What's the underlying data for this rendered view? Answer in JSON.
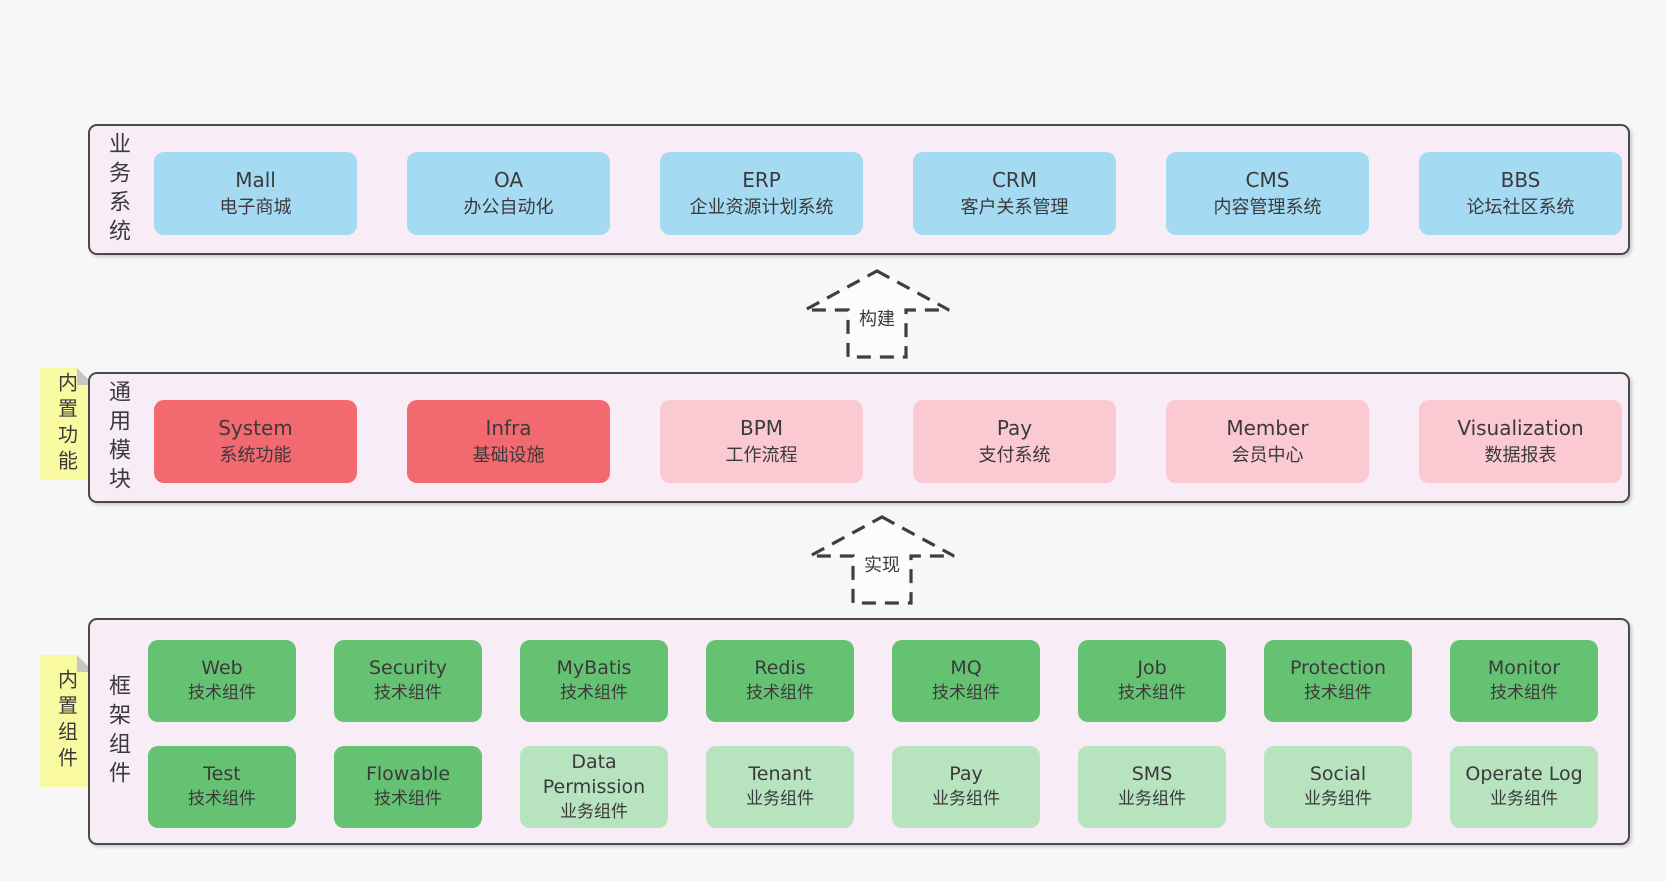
{
  "diagram": {
    "arrows": [
      {
        "label": "构建"
      },
      {
        "label": "实现"
      }
    ],
    "layers": [
      {
        "side_label": "业务系统",
        "boxes": [
          {
            "title": "Mall",
            "subtitle": "电子商城"
          },
          {
            "title": "OA",
            "subtitle": "办公自动化"
          },
          {
            "title": "ERP",
            "subtitle": "企业资源计划系统"
          },
          {
            "title": "CRM",
            "subtitle": "客户关系管理"
          },
          {
            "title": "CMS",
            "subtitle": "内容管理系统"
          },
          {
            "title": "BBS",
            "subtitle": "论坛社区系统"
          }
        ]
      },
      {
        "sticky_note": "内置功能",
        "side_label": "通用模块",
        "boxes": [
          {
            "title": "System",
            "subtitle": "系统功能"
          },
          {
            "title": "Infra",
            "subtitle": "基础设施"
          },
          {
            "title": "BPM",
            "subtitle": "工作流程"
          },
          {
            "title": "Pay",
            "subtitle": "支付系统"
          },
          {
            "title": "Member",
            "subtitle": "会员中心"
          },
          {
            "title": "Visualization",
            "subtitle": "数据报表"
          }
        ]
      },
      {
        "sticky_note": "内置组件",
        "side_label": "框架组件",
        "rows": [
          [
            {
              "title": "Web",
              "subtitle": "技术组件"
            },
            {
              "title": "Security",
              "subtitle": "技术组件"
            },
            {
              "title": "MyBatis",
              "subtitle": "技术组件"
            },
            {
              "title": "Redis",
              "subtitle": "技术组件"
            },
            {
              "title": "MQ",
              "subtitle": "技术组件"
            },
            {
              "title": "Job",
              "subtitle": "技术组件"
            },
            {
              "title": "Protection",
              "subtitle": "技术组件"
            },
            {
              "title": "Monitor",
              "subtitle": "技术组件"
            }
          ],
          [
            {
              "title": "Test",
              "subtitle": "技术组件"
            },
            {
              "title": "Flowable",
              "subtitle": "技术组件"
            },
            {
              "title": "Data Permission",
              "subtitle": "业务组件"
            },
            {
              "title": "Tenant",
              "subtitle": "业务组件"
            },
            {
              "title": "Pay",
              "subtitle": "业务组件"
            },
            {
              "title": "SMS",
              "subtitle": "业务组件"
            },
            {
              "title": "Social",
              "subtitle": "业务组件"
            },
            {
              "title": "Operate Log",
              "subtitle": "业务组件"
            }
          ]
        ]
      }
    ],
    "colors": {
      "business_box": "#a5daf3",
      "core_module_box": "#f2696f",
      "optional_module_box": "#fbc9d2",
      "tech_component_box": "#66c273",
      "business_component_box": "#b8e3bf",
      "layer_background": "#f8edf6",
      "sticky_note": "#f9f9a2",
      "border": "#4a4a4a"
    }
  }
}
